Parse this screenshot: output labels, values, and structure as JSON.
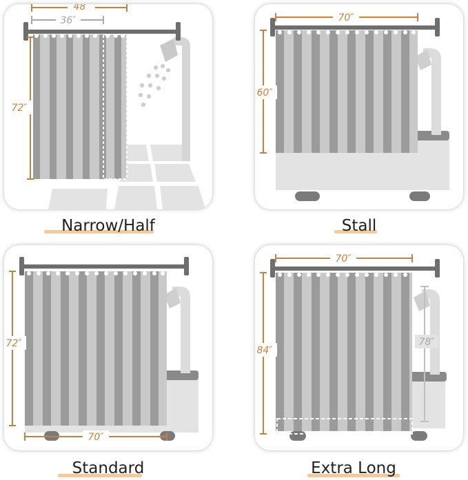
{
  "colors": {
    "dimension": "#c8813a",
    "rod": "#6e6e6e",
    "curtain_dark": "#9b9b9b",
    "curtain_light": "#c9c9c9",
    "fixture": "#dcdcdc",
    "caption_underline": "#f6c99a"
  },
  "panels": [
    {
      "id": "narrow-half",
      "caption": "Narrow/Half",
      "dims": {
        "width": "48″",
        "inner_width": "36″",
        "height": "72″"
      }
    },
    {
      "id": "stall",
      "caption": "Stall",
      "dims": {
        "width": "70″",
        "height": "60″"
      }
    },
    {
      "id": "standard",
      "caption": "Standard",
      "dims": {
        "width": "70″",
        "height": "72″"
      }
    },
    {
      "id": "extra-long",
      "caption": "Extra Long",
      "dims": {
        "width": "70″",
        "height": "84″",
        "inner_height": "78″"
      }
    }
  ]
}
